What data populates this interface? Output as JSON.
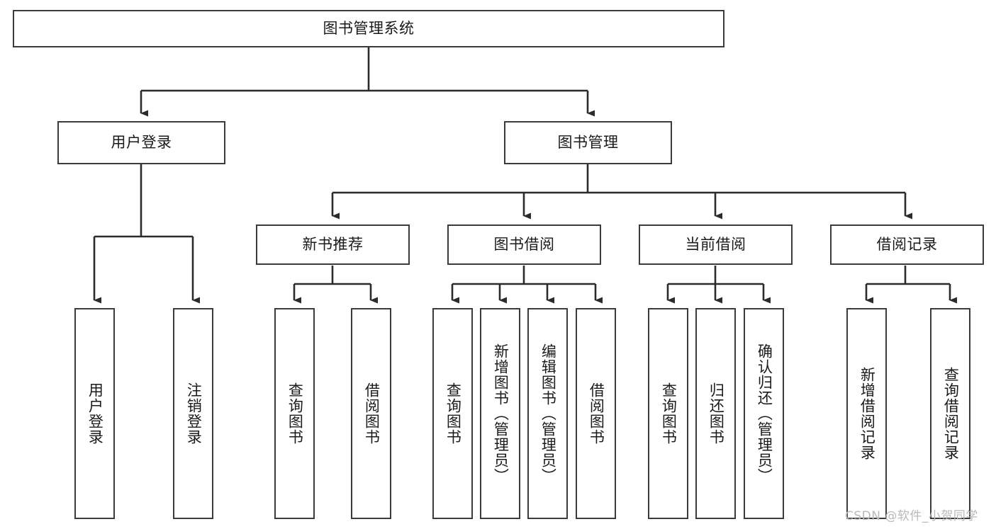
{
  "diagram": {
    "title": "图书管理系统",
    "type": "hierarchy-tree",
    "levels": {
      "root": {
        "label": "图书管理系统"
      },
      "level2": [
        {
          "label": "用户登录"
        },
        {
          "label": "图书管理"
        }
      ],
      "level3": [
        {
          "label": "新书推荐"
        },
        {
          "label": "图书借阅"
        },
        {
          "label": "当前借阅"
        },
        {
          "label": "借阅记录"
        }
      ],
      "leaves": [
        {
          "label": "用户登录",
          "parent": "用户登录"
        },
        {
          "label": "注销登录",
          "parent": "用户登录"
        },
        {
          "label": "查询图书",
          "parent": "新书推荐"
        },
        {
          "label": "借阅图书",
          "parent": "新书推荐"
        },
        {
          "label": "查询图书",
          "parent": "图书借阅"
        },
        {
          "label": "新增图书（管理员）",
          "parent": "图书借阅"
        },
        {
          "label": "编辑图书（管理员）",
          "parent": "图书借阅"
        },
        {
          "label": "借阅图书",
          "parent": "图书借阅"
        },
        {
          "label": "查询图书",
          "parent": "当前借阅"
        },
        {
          "label": "归还图书",
          "parent": "当前借阅"
        },
        {
          "label": "确认归还（管理员）",
          "parent": "当前借阅"
        },
        {
          "label": "新增借阅记录",
          "parent": "借阅记录"
        },
        {
          "label": "查询借阅记录",
          "parent": "借阅记录"
        }
      ]
    }
  },
  "watermark": {
    "text": "CSDN @软件_小贺同学"
  },
  "colors": {
    "stroke": "#3b3b3b",
    "background": "#ffffff",
    "text": "#1a1a1a",
    "watermark": "#b9b9b9"
  }
}
